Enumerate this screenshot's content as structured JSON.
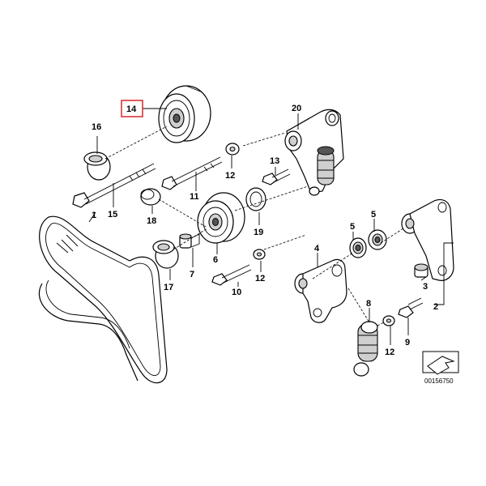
{
  "diagram_ref": "00156750",
  "highlight_color": "#d9262a",
  "callouts": [
    {
      "id": "c1",
      "text": "1",
      "highlighted": false
    },
    {
      "id": "c2",
      "text": "2",
      "highlighted": false
    },
    {
      "id": "c3",
      "text": "3",
      "highlighted": false
    },
    {
      "id": "c4",
      "text": "4",
      "highlighted": false
    },
    {
      "id": "c5a",
      "text": "5",
      "highlighted": false
    },
    {
      "id": "c5b",
      "text": "5",
      "highlighted": false
    },
    {
      "id": "c6",
      "text": "6",
      "highlighted": false
    },
    {
      "id": "c7",
      "text": "7",
      "highlighted": false
    },
    {
      "id": "c8",
      "text": "8",
      "highlighted": false
    },
    {
      "id": "c9",
      "text": "9",
      "highlighted": false
    },
    {
      "id": "c10",
      "text": "10",
      "highlighted": false
    },
    {
      "id": "c11",
      "text": "11",
      "highlighted": false
    },
    {
      "id": "c12a",
      "text": "12",
      "highlighted": false
    },
    {
      "id": "c12b",
      "text": "12",
      "highlighted": false
    },
    {
      "id": "c12c",
      "text": "12",
      "highlighted": false
    },
    {
      "id": "c13",
      "text": "13",
      "highlighted": false
    },
    {
      "id": "c14",
      "text": "14",
      "highlighted": true
    },
    {
      "id": "c15",
      "text": "15",
      "highlighted": false
    },
    {
      "id": "c16",
      "text": "16",
      "highlighted": false
    },
    {
      "id": "c17",
      "text": "17",
      "highlighted": false
    },
    {
      "id": "c18",
      "text": "18",
      "highlighted": false
    },
    {
      "id": "c19",
      "text": "19",
      "highlighted": false
    },
    {
      "id": "c20",
      "text": "20",
      "highlighted": false
    }
  ]
}
